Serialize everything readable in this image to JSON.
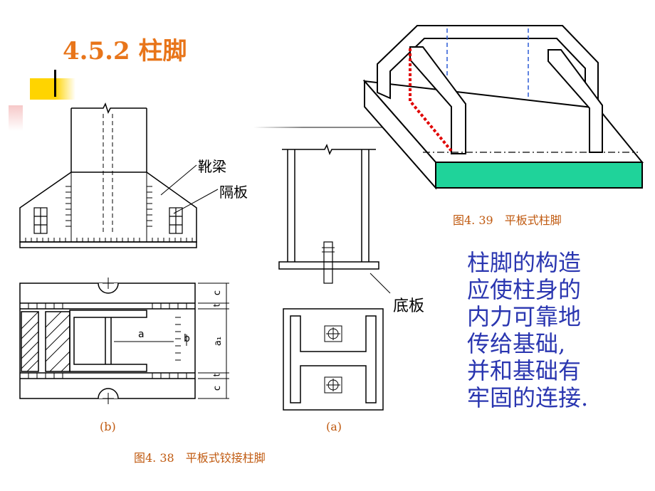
{
  "slide": {
    "title": "4.5.2 柱脚",
    "labels": {
      "boot_beam": "靴梁",
      "diaphragm": "隔板",
      "base_plate": "底板",
      "sub_b": "(b)",
      "sub_a": "(a)",
      "dim_a": "a",
      "dim_b": "b",
      "dim_a1": "a₁",
      "dim_c_top": "c",
      "dim_t_top": "t",
      "dim_t_bot": "t",
      "dim_c_bot": "c"
    },
    "captions": {
      "fig438": "图4. 38　平板式铰接柱脚",
      "fig439": "图4. 39　平板式柱脚"
    },
    "note_lines": [
      "柱脚的构造",
      "应使柱身的",
      "内力可靠地",
      "传给基础,",
      "并和基础有",
      "牢固的连接."
    ],
    "colors": {
      "title": "#e8751a",
      "caption": "#c05a10",
      "note": "#2a36b0",
      "base_fill": "#1fd39a",
      "accent_red": "#e00000",
      "accent_blue": "#2a5ad6",
      "highlight_yellow": "#ffd400"
    }
  }
}
